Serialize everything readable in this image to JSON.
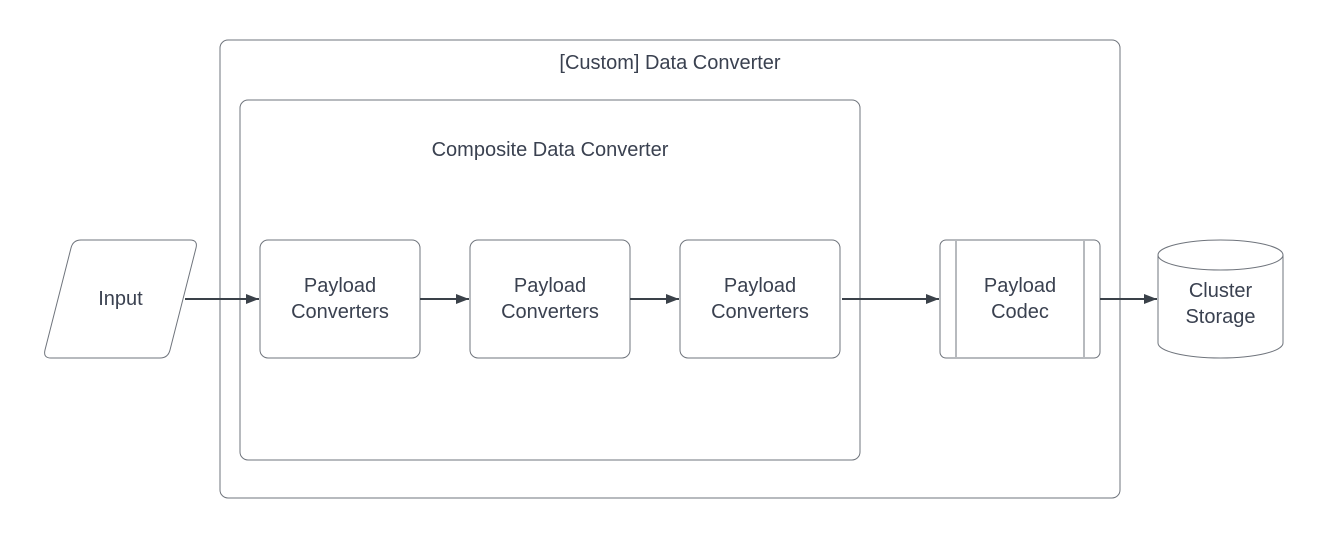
{
  "diagram": {
    "containers": {
      "outer": {
        "label": "[Custom] Data Converter"
      },
      "composite": {
        "label": "Composite Data Converter"
      }
    },
    "nodes": {
      "input": {
        "label": "Input",
        "shape": "parallelogram"
      },
      "converter1": {
        "label": "Payload Converters",
        "shape": "rounded-rectangle"
      },
      "converter2": {
        "label": "Payload Converters",
        "shape": "rounded-rectangle"
      },
      "converter3": {
        "label": "Payload Converters",
        "shape": "rounded-rectangle"
      },
      "codec": {
        "label": "Payload Codec",
        "shape": "predefined-process"
      },
      "storage": {
        "label": "Cluster Storage",
        "shape": "cylinder"
      }
    },
    "edges": [
      {
        "from": "input",
        "to": "converter1"
      },
      {
        "from": "converter1",
        "to": "converter2"
      },
      {
        "from": "converter2",
        "to": "converter3"
      },
      {
        "from": "converter3",
        "to": "codec"
      },
      {
        "from": "codec",
        "to": "storage"
      }
    ],
    "colors": {
      "shape_stroke": "#6f747c",
      "arrow": "#3a4149",
      "text": "#3a4150",
      "background": "#ffffff"
    }
  }
}
